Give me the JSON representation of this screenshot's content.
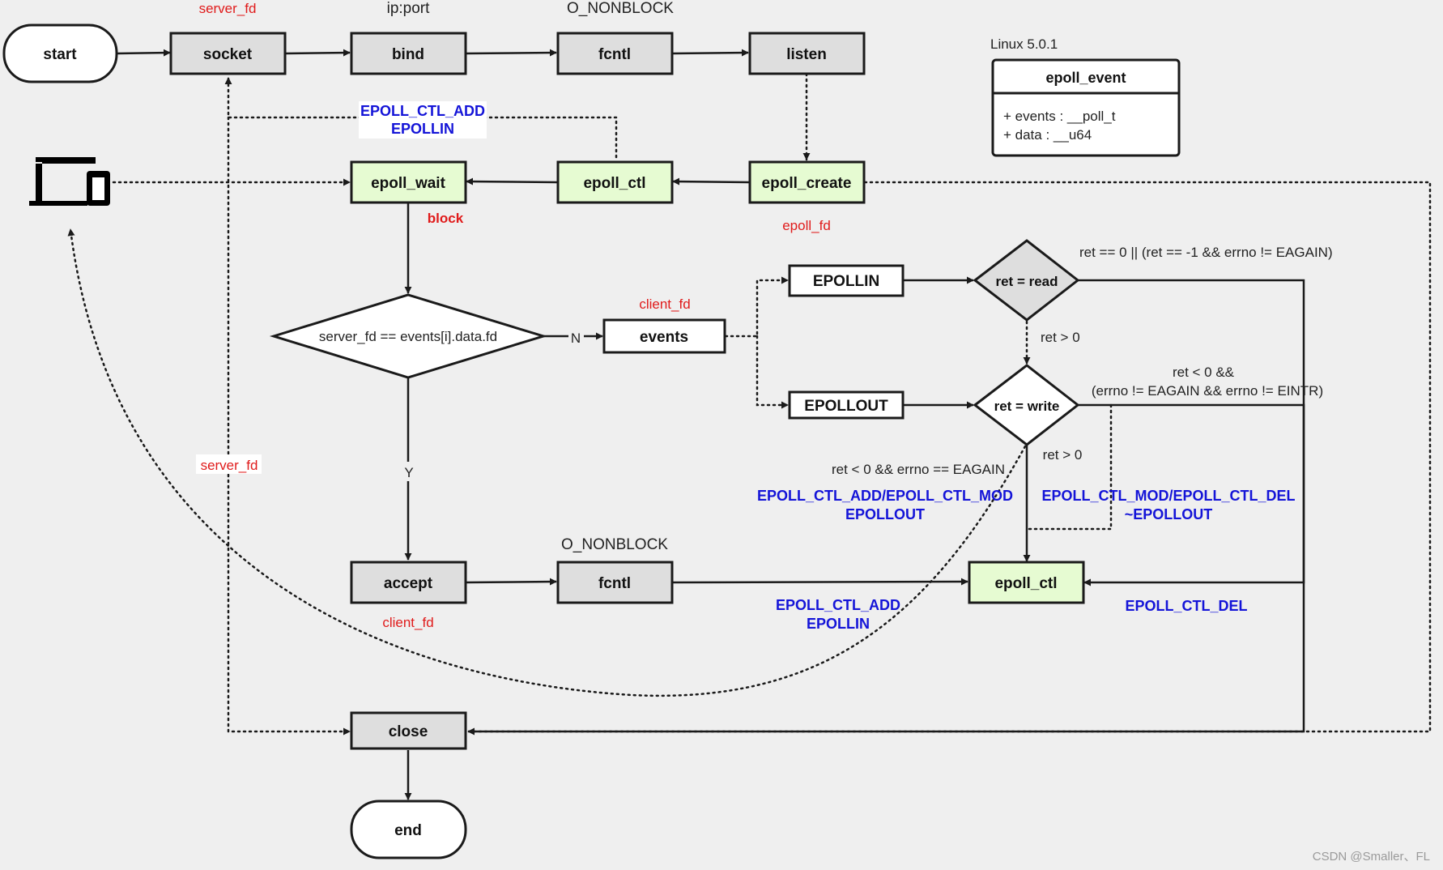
{
  "colors": {
    "background": "#efefef",
    "gray_box": "#dedede",
    "green_box": "#e6fbd2",
    "white_box": "#ffffff",
    "red_label": "#e01b1b",
    "blue_label": "#1414d8",
    "stroke": "#1a1a1a"
  },
  "nodes": {
    "start": "start",
    "socket": "socket",
    "bind": "bind",
    "fcntl_top": "fcntl",
    "listen": "listen",
    "epoll_wait": "epoll_wait",
    "epoll_ctl_top": "epoll_ctl",
    "epoll_create": "epoll_create",
    "decision_main": "server_fd == events[i].data.fd",
    "events": "events",
    "epollin": "EPOLLIN",
    "epollout": "EPOLLOUT",
    "ret_read": "ret = read",
    "ret_write": "ret = write",
    "accept": "accept",
    "fcntl_bottom": "fcntl",
    "epoll_ctl_bottom": "epoll_ctl",
    "close": "close",
    "end": "end"
  },
  "labels": {
    "server_fd_top": "server_fd",
    "ip_port": "ip:port",
    "o_nonblock_top": "O_NONBLOCK",
    "ctl_add_line1": "EPOLL_CTL_ADD",
    "ctl_add_line2": "EPOLLIN",
    "block": "block",
    "epoll_fd": "epoll_fd",
    "client_fd_events": "client_fd",
    "n_label": "N",
    "y_label": "Y",
    "server_fd_side": "server_fd",
    "o_nonblock_bottom": "O_NONBLOCK",
    "client_fd_bottom": "client_fd",
    "ret_zero_cond": "ret == 0 || (ret == -1 && errno != EAGAIN)",
    "ret_gt0_read": "ret > 0",
    "ret_lt0_line1": "ret < 0 &&",
    "ret_lt0_line2": "(errno != EAGAIN && errno != EINTR)",
    "ret_gt0_write": "ret > 0",
    "ret_eagain": "ret < 0 && errno == EAGAIN",
    "mod_out_line1": "EPOLL_CTL_ADD/EPOLL_CTL_MOD",
    "mod_out_line2": "EPOLLOUT",
    "mod_del_line1": "EPOLL_CTL_MOD/EPOLL_CTL_DEL",
    "mod_del_line2": "~EPOLLOUT",
    "add_in_line1": "EPOLL_CTL_ADD",
    "add_in_line2": "EPOLLIN",
    "ctl_del": "EPOLL_CTL_DEL"
  },
  "struct_box": {
    "version": "Linux 5.0.1",
    "title": "epoll_event",
    "field1": "+ events : __poll_t",
    "field2": "+ data : __u64"
  },
  "watermark": "CSDN @Smaller、FL",
  "icons": {
    "client_device": "laptop-phone-icon"
  }
}
